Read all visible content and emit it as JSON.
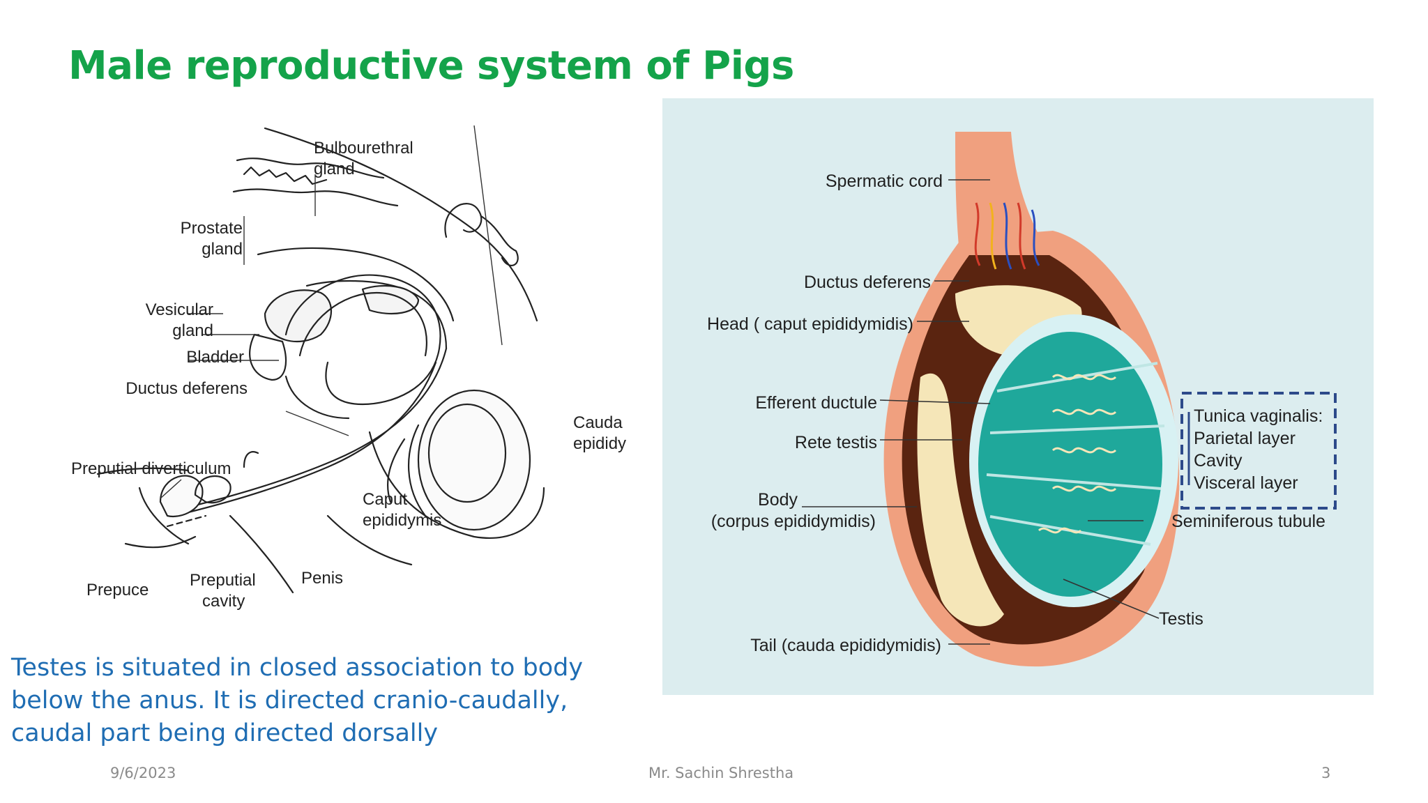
{
  "slide": {
    "title": "Male reproductive system of Pigs",
    "caption_lines": [
      "Testes is situated in closed association to body",
      "below the anus. It is directed cranio-caudally,",
      "caudal part being directed dorsally"
    ]
  },
  "left_figure": {
    "labels": {
      "bulbourethral_1": "Bulbourethral",
      "bulbourethral_2": "gland",
      "prostate_1": "Prostate",
      "prostate_2": "gland",
      "vesicular_1": "Vesicular",
      "vesicular_2": "gland",
      "bladder": "Bladder",
      "ductus_deferens": "Ductus deferens",
      "cauda_1": "Cauda",
      "cauda_2": "epididy",
      "preputial_diverticulum": "Preputial diverticulum",
      "caput_1": "Caput",
      "caput_2": "epididymis",
      "penis": "Penis",
      "prepuce": "Prepuce",
      "preputial_cavity_1": "Preputial",
      "preputial_cavity_2": "cavity"
    }
  },
  "right_figure": {
    "labels": {
      "spermatic_cord": "Spermatic cord",
      "ductus_deferens": "Ductus deferens",
      "head": "Head ( caput epididymidis)",
      "efferent_ductule": "Efferent ductule",
      "rete_testis": "Rete testis",
      "body_1": "Body",
      "body_2": "(corpus epididymidis)",
      "tail": "Tail (cauda epididymidis)",
      "tunica_title": "Tunica vaginalis:",
      "parietal_layer": "Parietal layer",
      "cavity": "Cavity",
      "visceral_layer": "Visceral layer",
      "seminiferous_tubule": "Seminiferous tubule",
      "testis": "Testis"
    },
    "colors": {
      "background": "#dcedef",
      "cord": "#f0a07f",
      "epididymis_dark": "#5a2410",
      "tubule": "#f5e6b8",
      "testis": "#1fa89b"
    }
  },
  "footer": {
    "date": "9/6/2023",
    "author": "Mr. Sachin Shrestha",
    "page": "3"
  }
}
